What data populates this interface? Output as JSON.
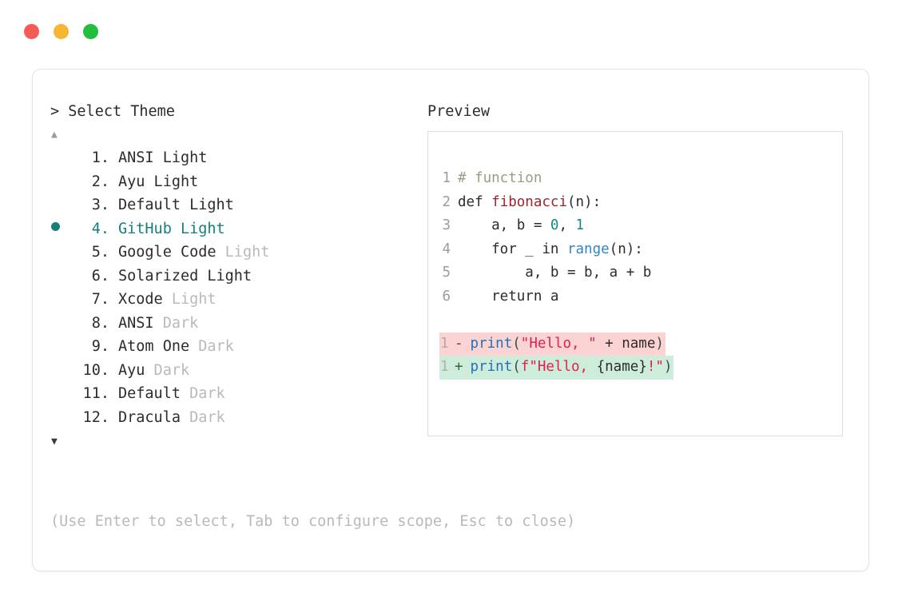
{
  "window": {
    "traffic_lights": [
      {
        "name": "close",
        "color": "#f55b55"
      },
      {
        "name": "minimize",
        "color": "#f5b731"
      },
      {
        "name": "maximize",
        "color": "#22be3d"
      }
    ]
  },
  "left_panel": {
    "title": "> Select Theme",
    "scroll_up_arrow": "▲",
    "scroll_down_arrow": "▼",
    "selected_index": 4,
    "selection_bullet": "●",
    "accent_color": "#15807b",
    "items": [
      {
        "index": "1.",
        "name": "ANSI Light",
        "variant": "",
        "variant_dim": false
      },
      {
        "index": "2.",
        "name": "Ayu Light",
        "variant": "",
        "variant_dim": false
      },
      {
        "index": "3.",
        "name": "Default Light",
        "variant": "",
        "variant_dim": false
      },
      {
        "index": "4.",
        "name": "GitHub Light",
        "variant": "",
        "variant_dim": false
      },
      {
        "index": "5.",
        "name": "Google Code",
        "variant": "Light",
        "variant_dim": true
      },
      {
        "index": "6.",
        "name": "Solarized Light",
        "variant": "",
        "variant_dim": false
      },
      {
        "index": "7.",
        "name": "Xcode",
        "variant": "Light",
        "variant_dim": true
      },
      {
        "index": "8.",
        "name": "ANSI",
        "variant": "Dark",
        "variant_dim": true
      },
      {
        "index": "9.",
        "name": "Atom One",
        "variant": "Dark",
        "variant_dim": true
      },
      {
        "index": "10.",
        "name": "Ayu",
        "variant": "Dark",
        "variant_dim": true
      },
      {
        "index": "11.",
        "name": "Default",
        "variant": "Dark",
        "variant_dim": true
      },
      {
        "index": "12.",
        "name": "Dracula",
        "variant": "Dark",
        "variant_dim": true
      }
    ]
  },
  "footer_hint": "(Use Enter to select, Tab to configure scope, Esc to close)",
  "right_panel": {
    "title": "Preview",
    "code_lines": [
      {
        "n": "1",
        "tokens": [
          {
            "t": "# function",
            "c": "tok-comment"
          }
        ]
      },
      {
        "n": "2",
        "tokens": [
          {
            "t": "def ",
            "c": "tok-kw"
          },
          {
            "t": "fibonacci",
            "c": "tok-fn"
          },
          {
            "t": "(n):",
            "c": "tok-plain"
          }
        ]
      },
      {
        "n": "3",
        "tokens": [
          {
            "t": "    a, b = ",
            "c": "tok-plain"
          },
          {
            "t": "0",
            "c": "tok-num"
          },
          {
            "t": ", ",
            "c": "tok-plain"
          },
          {
            "t": "1",
            "c": "tok-num"
          }
        ]
      },
      {
        "n": "4",
        "tokens": [
          {
            "t": "    for _ in ",
            "c": "tok-plain"
          },
          {
            "t": "range",
            "c": "tok-builtin"
          },
          {
            "t": "(n):",
            "c": "tok-plain"
          }
        ]
      },
      {
        "n": "5",
        "tokens": [
          {
            "t": "        a, b = b, a + b",
            "c": "tok-plain"
          }
        ]
      },
      {
        "n": "6",
        "tokens": [
          {
            "t": "    return a",
            "c": "tok-plain"
          }
        ]
      }
    ],
    "diff": {
      "removed": {
        "line_no": "1",
        "marker": "-",
        "background": "#fbd3d3",
        "tokens": [
          {
            "t": "print",
            "c": "tok-call"
          },
          {
            "t": "(",
            "c": "tok-punct"
          },
          {
            "t": "\"Hello, \"",
            "c": "tok-str"
          },
          {
            "t": " + name",
            "c": "tok-plain"
          },
          {
            "t": ")",
            "c": "tok-punct"
          }
        ]
      },
      "added": {
        "line_no": "1",
        "marker": "+",
        "background": "#cdecda",
        "tokens": [
          {
            "t": "print",
            "c": "tok-call"
          },
          {
            "t": "(",
            "c": "tok-punct"
          },
          {
            "t": "f\"Hello, ",
            "c": "tok-str"
          },
          {
            "t": "{name}",
            "c": "tok-plain"
          },
          {
            "t": "!\"",
            "c": "tok-str"
          },
          {
            "t": ")",
            "c": "tok-punct"
          }
        ]
      }
    }
  }
}
